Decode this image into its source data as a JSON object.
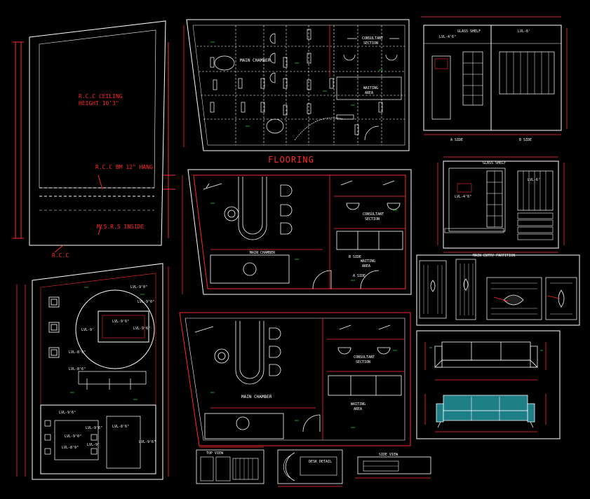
{
  "colors": {
    "background": "#000000",
    "linework": "#ffffff",
    "dimension": "#ff2a2a",
    "wall": "#ff2a2a",
    "accent_green": "#19c23a",
    "sofa_fill": "#1e7f86"
  },
  "ceiling_section": {
    "title_line1": "R.C.C CEILING",
    "title_line2": "HEIGHT 10'3\"",
    "beam_label": "R.C.C BM 12\" HANG",
    "msrs_label": "M.S.R.S INSIDE",
    "rcc_label": "R.C.C"
  },
  "flooring_plan": {
    "heading": "FLOORING",
    "main_chamber": "MAIN CHAMBER",
    "consultant_line1": "CONSULTANT",
    "consultant_line2": "SECTION",
    "waiting_line1": "WAITING",
    "waiting_line2": "AREA"
  },
  "furniture_plan": {
    "main_chamber": "MAIN CHAMBER",
    "consultant_line1": "CONSULTANT",
    "consultant_line2": "SECTION",
    "waiting_line1": "WAITING",
    "waiting_line2": "AREA",
    "b_side": "B SIDE",
    "a_side": "A SIDE"
  },
  "furniture_plan_2": {
    "main_chamber": "MAIN CHAMBER",
    "consultant_line1": "CONSULTANT",
    "consultant_line2": "SECTION",
    "waiting_line1": "WAITING",
    "waiting_line2": "AREA"
  },
  "elevation_ab": {
    "glass_shelf": "GLASS SHELF",
    "lvl_label": "LVL-4'6\"",
    "lvl_label_2": "LVL-6'",
    "a_side": "A SIDE",
    "b_side": "B SIDE"
  },
  "elevation_c": {
    "glass_shelf": "GLASS SHELF",
    "lvl_label": "LVL-4'6\"",
    "lvl_label_2": "LVL-6'"
  },
  "entry_partition": {
    "title": "MAIN ENTRY PARTITION"
  },
  "false_ceiling": {
    "levels": [
      "LVL-9'0\"",
      "LVL-9'6\"",
      "LVL-9'6\"",
      "LVL-9'",
      "LVL-8'9\"",
      "LVL-9'0\"",
      "LVL-8'6\"",
      "LVL-9'6\"",
      "LVL-9'0\"",
      "LVL-8'9\"",
      "LVL-9'6\"",
      "LVL-8'6\"",
      "LVL-9'",
      "LVL-9'6\""
    ]
  },
  "details": {
    "table_a_title": "TOP VIEW",
    "table_b_title": "DESK DETAIL",
    "table_c_title": "SIDE VIEW"
  }
}
